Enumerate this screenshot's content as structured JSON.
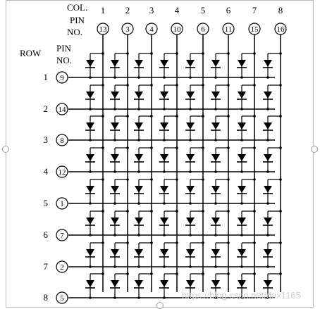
{
  "header": {
    "col_label": "COL.",
    "pin_label": "PIN",
    "no_label": "NO.",
    "row_label": "ROW",
    "row_pin_label": "PIN",
    "row_no_label": "NO."
  },
  "columns": [
    {
      "num": "1",
      "pin": "13"
    },
    {
      "num": "2",
      "pin": "3"
    },
    {
      "num": "3",
      "pin": "4"
    },
    {
      "num": "4",
      "pin": "10"
    },
    {
      "num": "5",
      "pin": "6"
    },
    {
      "num": "6",
      "pin": "11"
    },
    {
      "num": "7",
      "pin": "15"
    },
    {
      "num": "8",
      "pin": "16"
    }
  ],
  "rows": [
    {
      "num": "1",
      "pin": "9"
    },
    {
      "num": "2",
      "pin": "14"
    },
    {
      "num": "3",
      "pin": "8"
    },
    {
      "num": "4",
      "pin": "12"
    },
    {
      "num": "5",
      "pin": "1"
    },
    {
      "num": "6",
      "pin": "7"
    },
    {
      "num": "7",
      "pin": "2"
    },
    {
      "num": "8",
      "pin": "5"
    }
  ],
  "watermark": "https://blog.csdn.net/dax1165",
  "colors": {
    "line": "#000000",
    "frame": "#b8b8b8",
    "watermark": "#d0d0d0"
  }
}
